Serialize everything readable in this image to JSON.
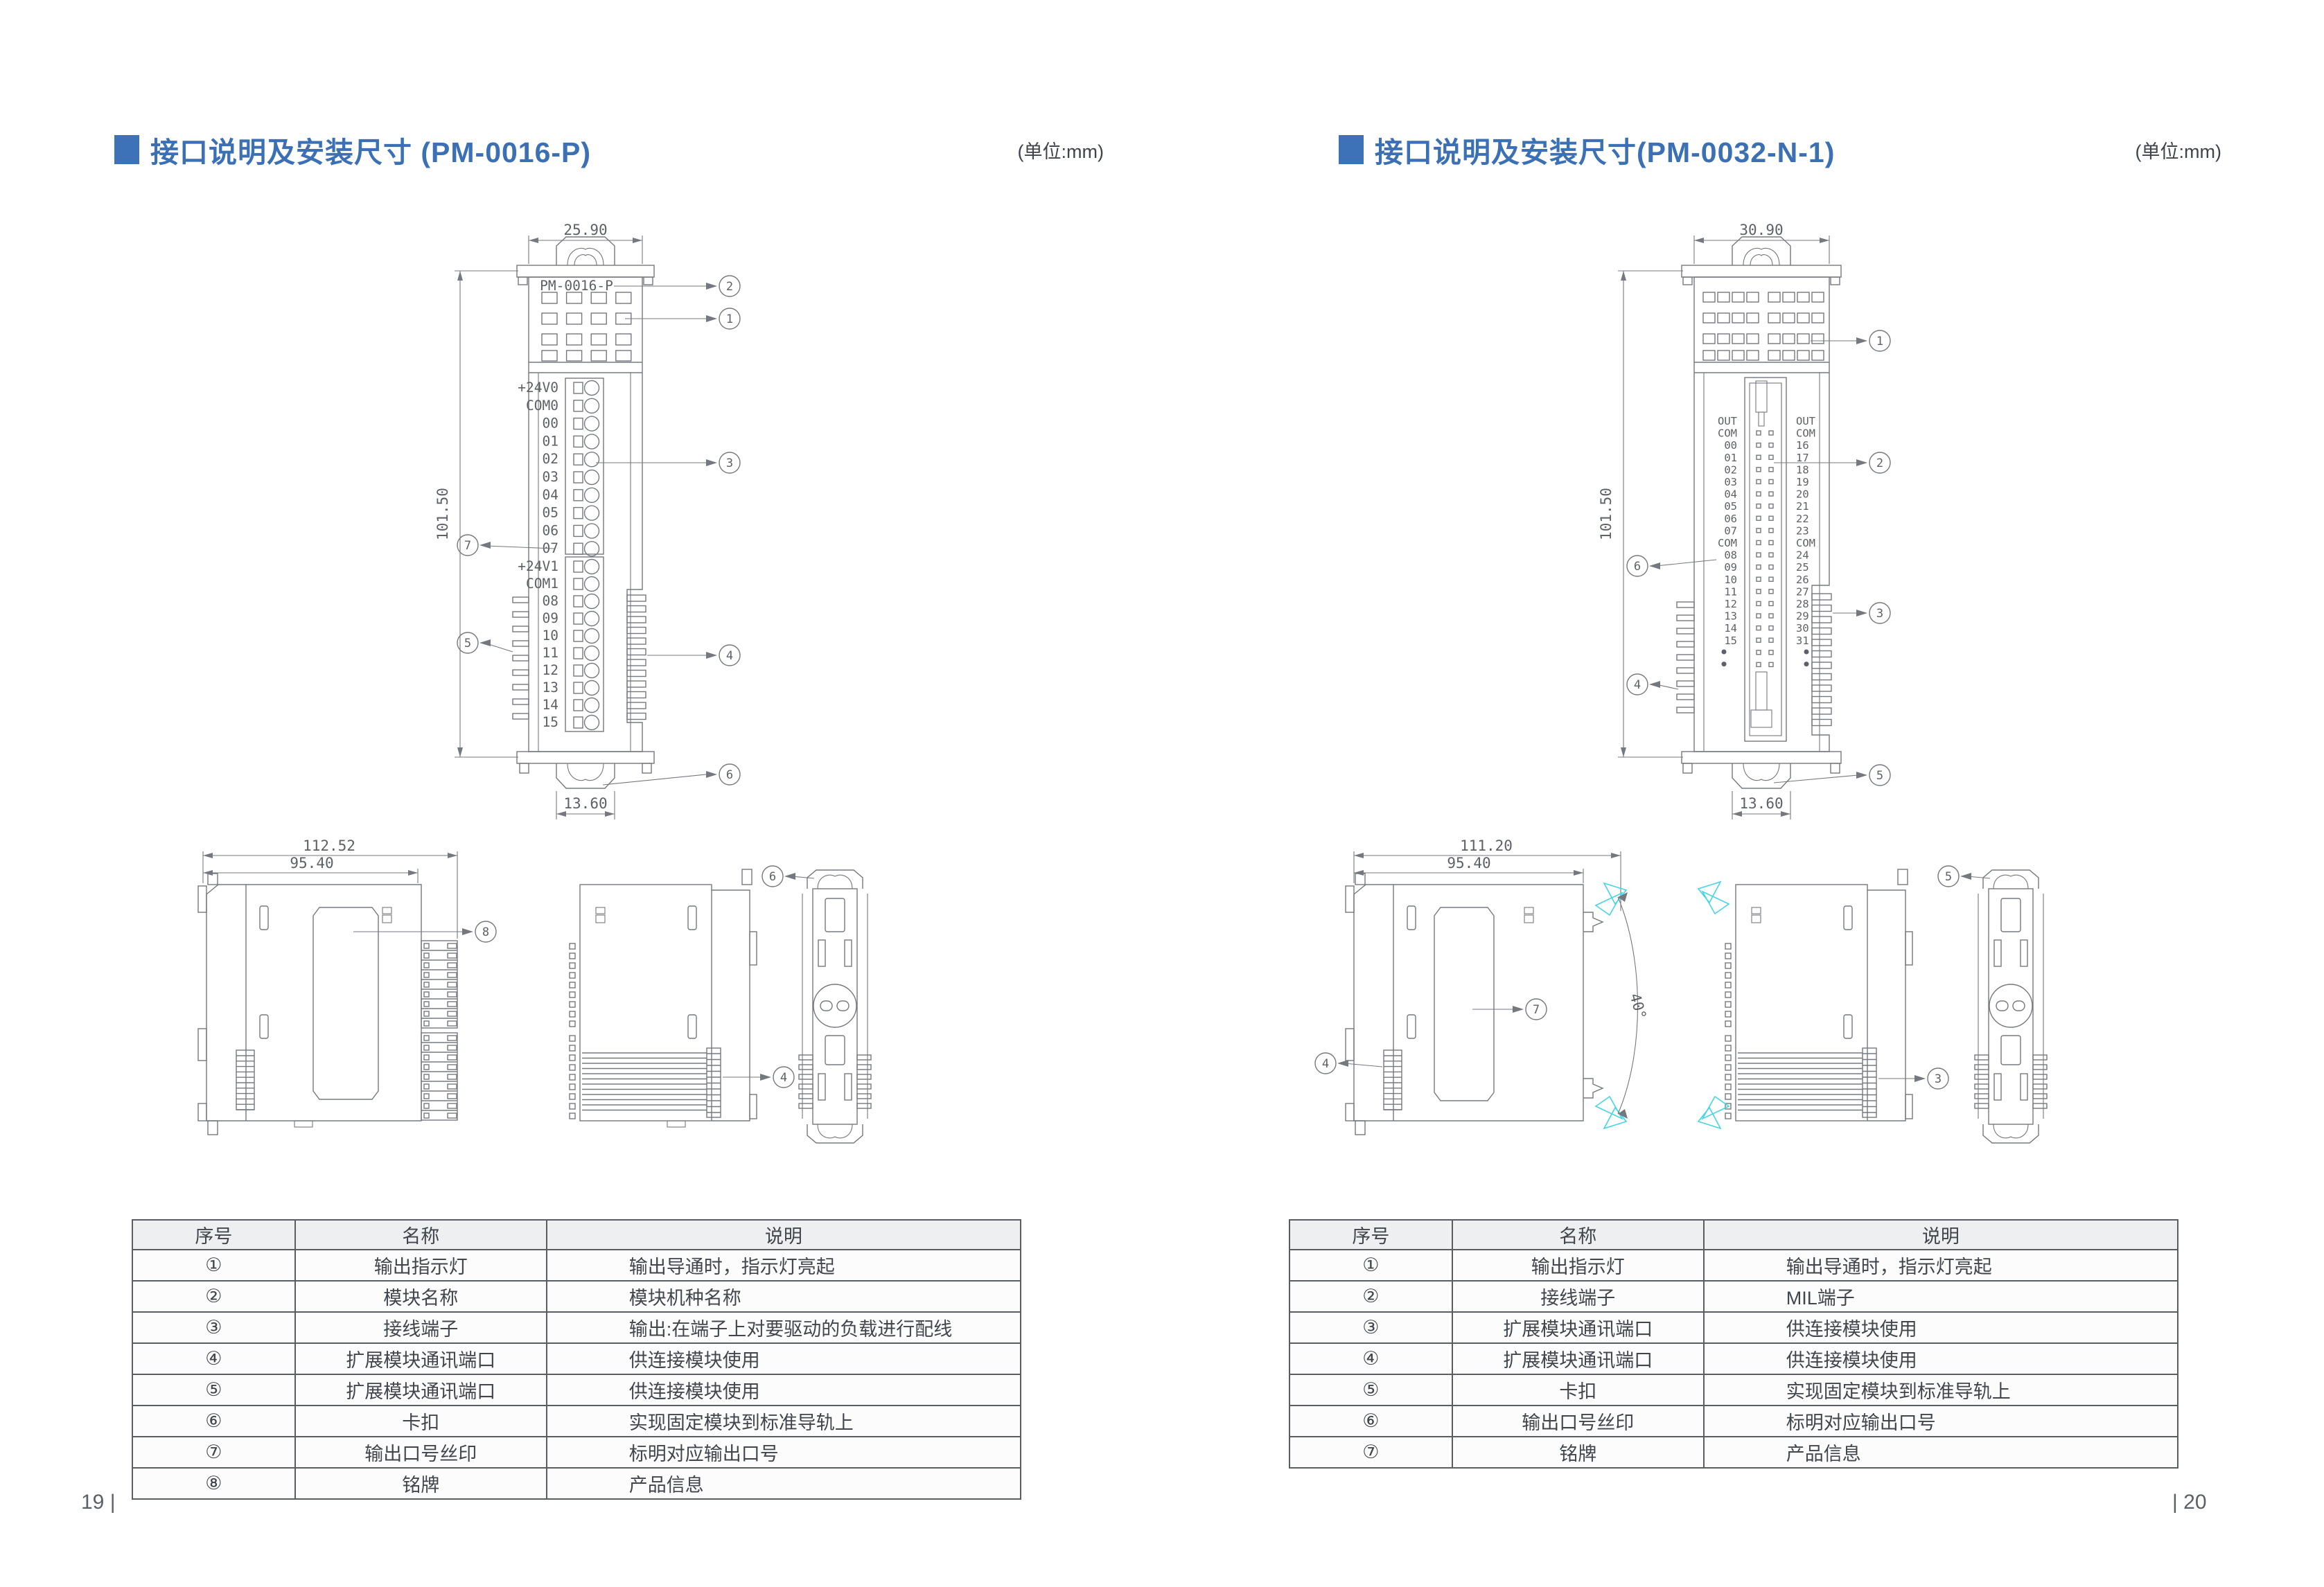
{
  "page": {
    "left_number": "19 |",
    "right_number": "| 20"
  },
  "colors": {
    "accent_blue": "#3d72b8",
    "drawing_line": "#75787f",
    "cyan_arrow": "#45d5e6"
  },
  "sections": [
    {
      "title": "接口说明及安装尺寸 (PM-0016-P)",
      "unit": "(单位:mm)",
      "front": {
        "module_name": "PM-0016-P",
        "dim_width": "25.90",
        "dim_height": "101.50",
        "dim_clip": "13.60",
        "terminals_group1": [
          "+24V0",
          "COM0",
          "00",
          "01",
          "02",
          "03",
          "04",
          "05",
          "06",
          "07"
        ],
        "terminals_group2": [
          "+24V1",
          "COM1",
          "08",
          "09",
          "10",
          "11",
          "12",
          "13",
          "14",
          "15"
        ],
        "callouts": {
          "led": "1",
          "name": "2",
          "terminal": "3",
          "comb_right": "4",
          "comb_left": "5",
          "clip": "6",
          "silk": "7"
        }
      },
      "side": {
        "dim_total": "112.52",
        "dim_body": "95.40",
        "callouts": {
          "nameplate": "8",
          "conn": "4",
          "clip": "6"
        }
      },
      "table": {
        "headers": [
          "序号",
          "名称",
          "说明"
        ],
        "rows": [
          [
            "①",
            "输出指示灯",
            "输出导通时，指示灯亮起"
          ],
          [
            "②",
            "模块名称",
            "模块机种名称"
          ],
          [
            "③",
            "接线端子",
            "输出:在端子上对要驱动的负载进行配线"
          ],
          [
            "④",
            "扩展模块通讯端口",
            "供连接模块使用"
          ],
          [
            "⑤",
            "扩展模块通讯端口",
            "供连接模块使用"
          ],
          [
            "⑥",
            "卡扣",
            "实现固定模块到标准导轨上"
          ],
          [
            "⑦",
            "输出口号丝印",
            "标明对应输出口号"
          ],
          [
            "⑧",
            "铭牌",
            "产品信息"
          ]
        ]
      }
    },
    {
      "title": "接口说明及安装尺寸(PM-0032-N-1)",
      "unit": "(单位:mm)",
      "front": {
        "dim_width": "30.90",
        "dim_height": "101.50",
        "dim_clip": "13.60",
        "labels_left": [
          "OUT",
          "COM",
          "00",
          "01",
          "02",
          "03",
          "04",
          "05",
          "06",
          "07",
          "COM",
          "08",
          "09",
          "10",
          "11",
          "12",
          "13",
          "14",
          "15"
        ],
        "labels_right": [
          "OUT",
          "COM",
          "16",
          "17",
          "18",
          "19",
          "20",
          "21",
          "22",
          "23",
          "COM",
          "24",
          "25",
          "26",
          "27",
          "28",
          "29",
          "30",
          "31"
        ],
        "callouts": {
          "led": "1",
          "mil": "2",
          "comb_right": "3",
          "comb_left": "4",
          "clip": "5",
          "silk": "6"
        }
      },
      "side": {
        "dim_total": "111.20",
        "dim_body": "95.40",
        "angle": "40°",
        "callouts": {
          "conn_left": "4",
          "nameplate": "7",
          "conn": "3",
          "clip": "5"
        }
      },
      "table": {
        "headers": [
          "序号",
          "名称",
          "说明"
        ],
        "rows": [
          [
            "①",
            "输出指示灯",
            "输出导通时，指示灯亮起"
          ],
          [
            "②",
            "接线端子",
            "MIL端子"
          ],
          [
            "③",
            "扩展模块通讯端口",
            "供连接模块使用"
          ],
          [
            "④",
            "扩展模块通讯端口",
            "供连接模块使用"
          ],
          [
            "⑤",
            "卡扣",
            "实现固定模块到标准导轨上"
          ],
          [
            "⑥",
            "输出口号丝印",
            "标明对应输出口号"
          ],
          [
            "⑦",
            "铭牌",
            "产品信息"
          ]
        ]
      }
    }
  ]
}
